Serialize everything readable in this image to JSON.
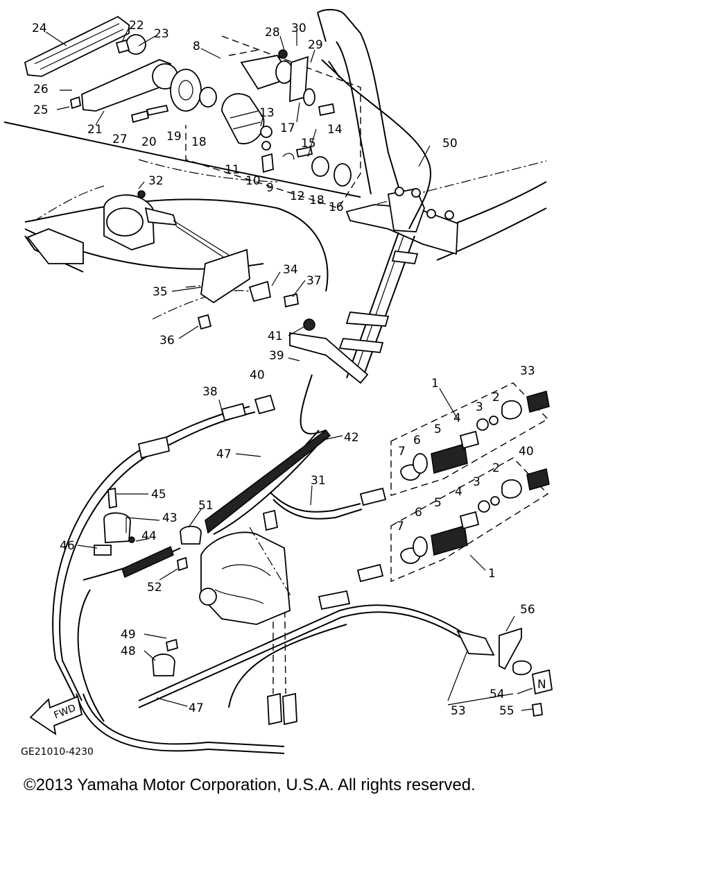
{
  "diagram": {
    "code": "GE21010-4230",
    "fwd_label": "FWD",
    "neutral_label": "N",
    "callouts": {
      "c24": "24",
      "c22": "22",
      "c23": "23",
      "c8": "8",
      "c28": "28",
      "c30": "30",
      "c29": "29",
      "c26": "26",
      "c25": "25",
      "c21": "21",
      "c27": "27",
      "c20": "20",
      "c19": "19",
      "c18a": "18",
      "c13": "13",
      "c17": "17",
      "c14": "14",
      "c15": "15",
      "c11": "11",
      "c10": "10",
      "c9": "9",
      "c12": "12",
      "c18b": "18",
      "c16": "16",
      "c50": "50",
      "c32": "32",
      "c34": "34",
      "c37": "37",
      "c35": "35",
      "c36": "36",
      "c41": "41",
      "c39": "39",
      "c40a": "40",
      "c38": "38",
      "c33": "33",
      "c1a": "1",
      "c2a": "2",
      "c3a": "3",
      "c4a": "4",
      "c5a": "5",
      "c6a": "6",
      "c7a": "7",
      "c42": "42",
      "c47a": "47",
      "c31": "31",
      "c40b": "40",
      "c2b": "2",
      "c3b": "3",
      "c4b": "4",
      "c5b": "5",
      "c6b": "6",
      "c7b": "7",
      "c1b": "1",
      "c45": "45",
      "c51": "51",
      "c43": "43",
      "c44": "44",
      "c46": "46",
      "c52": "52",
      "c56": "56",
      "c49": "49",
      "c48": "48",
      "c47b": "47",
      "c54": "54",
      "c53": "53",
      "c55": "55"
    }
  },
  "copyright": "©2013 Yamaha Motor Corporation, U.S.A. All rights reserved."
}
